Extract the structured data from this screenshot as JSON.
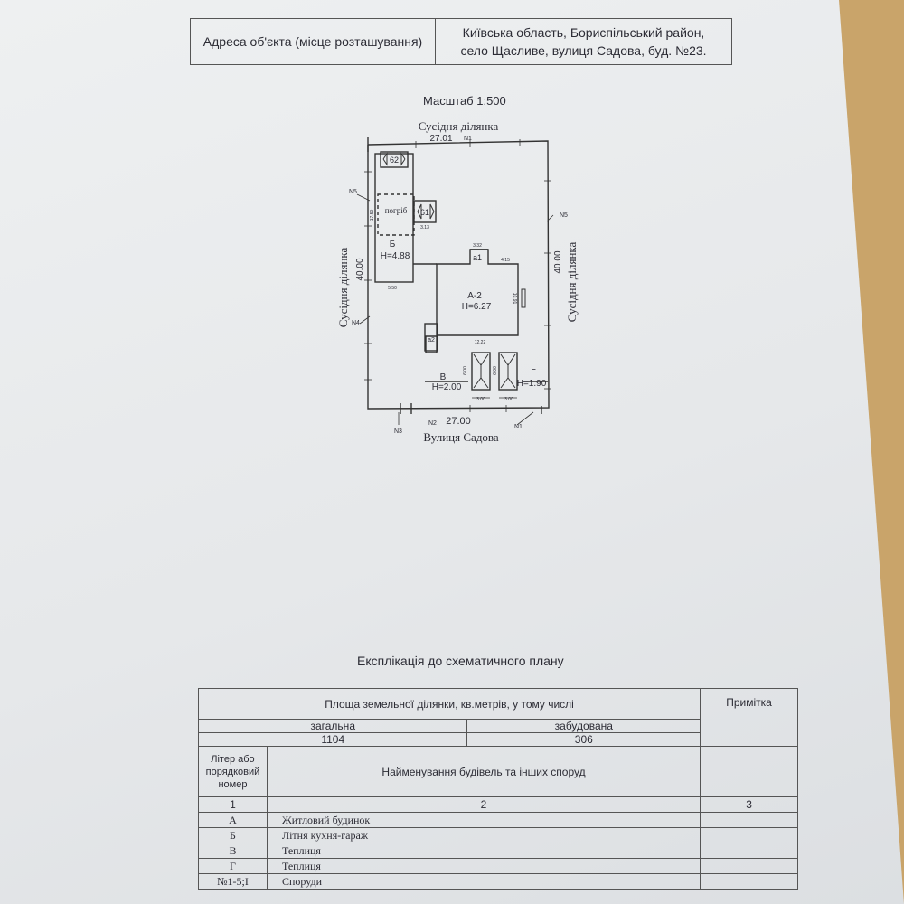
{
  "address": {
    "label": "Адреса об'єкта (місце розташування)",
    "line1": "Київська область, Бориспільський район,",
    "line2": "село Щасливе, вулиця Садова, буд. №23."
  },
  "plan": {
    "scale": "Масштаб 1:500",
    "top_neighbor": "Сусідня ділянка",
    "left_neighbor": "Сусідня ділянка",
    "right_neighbor": "Сусідня ділянка",
    "street": "Вулиця Садова",
    "top_length": "27.01",
    "bottom_length": "27.00",
    "left_length": "40.00",
    "right_length": "40.00",
    "n1_top": "N1",
    "n1_bottom": "N1",
    "n2": "N2",
    "n3": "N3",
    "n4": "N4",
    "n5_left": "N5",
    "n5_right": "N5",
    "building_b_letter": "Б",
    "building_b_height": "H=4.88",
    "building_b_width": "5.50",
    "cellar": "погріб",
    "item62": "62",
    "item61": "61",
    "dim_313": "3.13",
    "dim_1750": "17.50",
    "dim_332": "3.32",
    "a1": "а1",
    "dim_415": "4.15",
    "building_a_letter": "А-2",
    "building_a_height": "H=6.27",
    "dim_1091": "10.91",
    "dim_1222": "12.22",
    "a2": "а2",
    "v_letter": "В",
    "v_height": "H=2.00",
    "g_letter": "Г",
    "g_height": "H=1.90",
    "dim_300_1": "3.00",
    "dim_300_2": "3.00",
    "dim_600_1": "6.00",
    "dim_600_2": "6.00"
  },
  "explication": {
    "title": "Експлікація до схематичного плану",
    "area_header": "Площа  земельної ділянки, кв.метрів, у тому числі",
    "note_header": "Примітка",
    "total_label": "загальна",
    "built_label": "забудована",
    "total_value": "1104",
    "built_value": "306",
    "letter_header": "Літер або порядковий номер",
    "name_header": "Найменування будівель та інших споруд",
    "col1": "1",
    "col2": "2",
    "col3": "3",
    "rows": [
      {
        "letter": "А",
        "name": "Житловий будинок"
      },
      {
        "letter": "Б",
        "name": "Літня кухня-гараж"
      },
      {
        "letter": "В",
        "name": "Теплиця"
      },
      {
        "letter": "Г",
        "name": "Теплиця"
      },
      {
        "letter": "№1-5;І",
        "name": "Споруди"
      }
    ]
  }
}
